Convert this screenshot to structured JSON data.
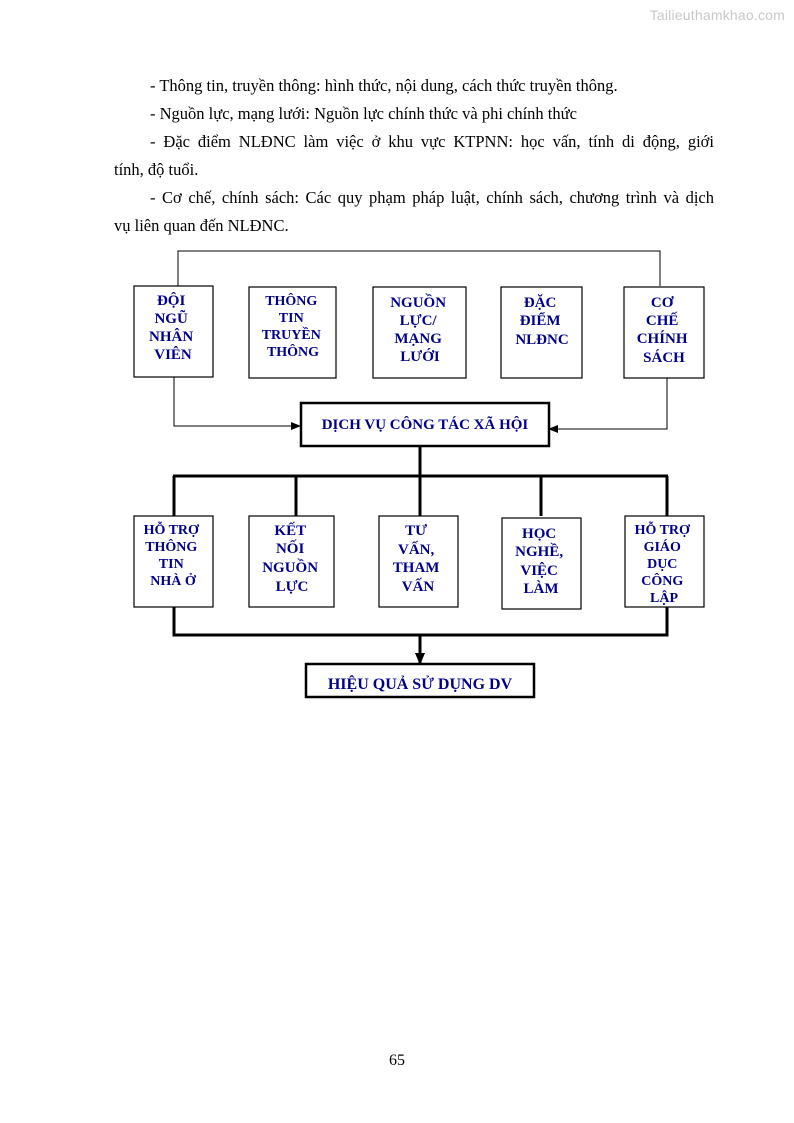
{
  "watermark": "Tailieuthamkhao.com",
  "paragraphs": [
    "- Thông tin, truyền thông: hình thức, nội dung, cách thức truyền thông.",
    "- Nguồn lực, mạng lưới: Nguồn lực chính thức và phi chính thức",
    "- Đặc điểm NLĐNC làm việc ở khu vực KTPNN: học vấn, tính di động, giới",
    "tính, độ tuổi.",
    "- Cơ chế, chính sách: Các quy phạm pháp luật, chính sách, chương trình và dịch",
    "vụ liên quan đến NLĐNC."
  ],
  "diagram": {
    "factors": [
      [
        "ĐỘI",
        "NGŨ",
        "NHÂN",
        "VIÊN"
      ],
      [
        "THÔNG",
        "TIN",
        "TRUYỀN",
        "THÔNG"
      ],
      [
        "NGUỒN",
        "LỰC/",
        "MẠNG",
        "LƯỚI"
      ],
      [
        "ĐẶC",
        "ĐIỂM",
        "NLĐNC"
      ],
      [
        "CƠ",
        "CHẾ",
        "CHÍNH",
        "SÁCH"
      ]
    ],
    "center": "DỊCH VỤ CÔNG TÁC XÃ HỘI",
    "services": [
      [
        "HỖ TRỢ",
        "THÔNG",
        "TIN",
        "NHÀ Ở"
      ],
      [
        "KẾT",
        "NỐI",
        "NGUỒN",
        "LỰC"
      ],
      [
        "TƯ",
        "VẤN,",
        "THAM",
        "VẤN"
      ],
      [
        "HỌC",
        "NGHỀ,",
        "VIỆC",
        "LÀM"
      ],
      [
        "HỖ TRỢ",
        "GIÁO",
        "DỤC",
        "CÔNG",
        "LẬP"
      ]
    ],
    "outcome": "HIỆU QUẢ SỬ DỤNG DV"
  },
  "page_number": "65"
}
